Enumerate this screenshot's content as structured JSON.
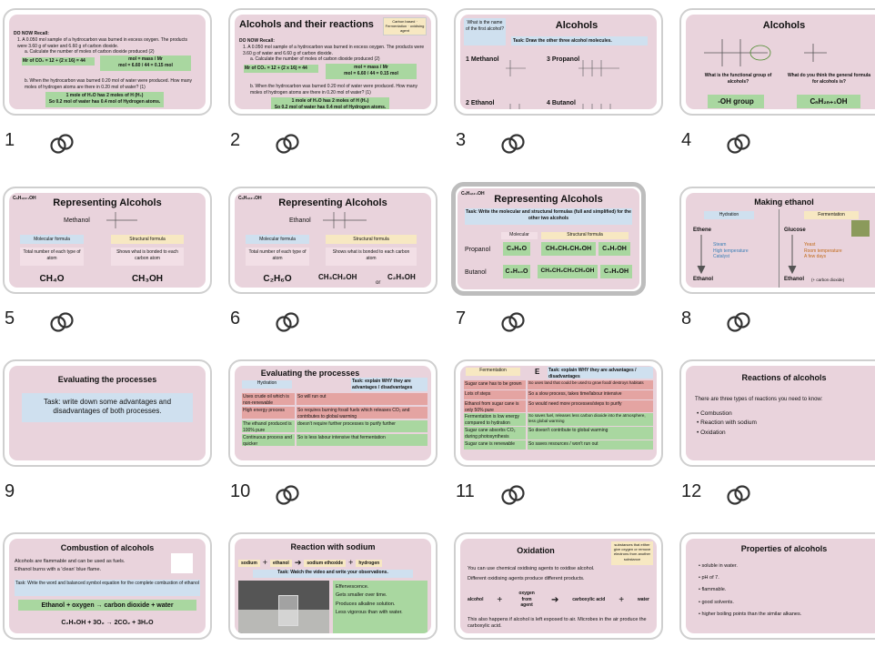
{
  "colors": {
    "slide_bg": "#e9d3dc",
    "green": "#a9d7a0",
    "red": "#e4a4a2",
    "blue": "#cfe0ef",
    "yellow": "#f7e8c2",
    "border": "#cfcfcf"
  },
  "numbers": [
    "1",
    "2",
    "3",
    "4",
    "5",
    "6",
    "7",
    "8",
    "9",
    "10",
    "11",
    "12"
  ],
  "s1": {
    "head": "DO NOW Recall:",
    "q1": "1.   A 0.050 mol sample of a hydrocarbon was burned in excess oxygen. The products were 3.60 g of water and 6.60 g of carbon dioxide.",
    "qa": "a.   Calculate the number of moles of carbon dioxide produced (2)",
    "g1": "Mr of CO₂ = 12 + (2 x 16) = 44",
    "g2": "mol = mass / Mr",
    "g3": "mol = 6.60 / 44 = 0.15 mol",
    "qb": "b.   When the hydrocarbon was burned 0.20 mol of water were produced. How many moles of hydrogen atoms are there in 0.20 mol of water? (1)",
    "g4": "1 mole of H₂O has 2 moles of H (H₂)",
    "g5": "So 0.2 mol of water has 0.4 mol of Hydrogen atoms."
  },
  "s2": {
    "title": "Alcohols and their reactions",
    "note": "Carbon based · Fermentation · oxidising agent"
  },
  "s3": {
    "title": "Alcohols",
    "ask": "What is the name of the first alcohol?",
    "task": "Task: Draw the other three alcohol molecules.",
    "m": "1 Methanol",
    "p": "3 Propanol",
    "e": "2 Ethanol",
    "bu": "4 Butanol"
  },
  "s4": {
    "title": "Alcohols",
    "q1": "What is the functional group of alcohols?",
    "q2": "What do you think the general formula for alcohols is?",
    "a1": "-OH group",
    "a2": "CₙH₂ₙ₊₁OH"
  },
  "s5": {
    "tag": "CₙH₂ₙ₊₁OH",
    "title": "Representing Alcohols",
    "name": "Methanol",
    "mol": "Molecular formula",
    "str": "Structural formula",
    "d1": "Total number of each type of atom",
    "d2": "Shows what is bonded to each carbon atom",
    "f1": "CH₄O",
    "f2": "CH₃OH"
  },
  "s6": {
    "name": "Ethanol",
    "f1": "C₂H₆O",
    "f2": "CH₃CH₂OH",
    "or": "or",
    "f3": "C₂H₅OH"
  },
  "s7": {
    "title": "Representing Alcohols",
    "task": "Task: Write the molecular and structural formulas (full and simplified) for the other two alcohols",
    "hm": "Molecular",
    "hs": "Structural formula",
    "p": "Propanol",
    "pm": "C₃H₈O",
    "ps": "CH₃CH₂CH₂OH",
    "pss": "C₃H₇OH",
    "b": "Butanol",
    "bm": "C₄H₁₀O",
    "bs": "CH₃CH₂CH₂CH₂OH",
    "bss": "C₄H₉OH"
  },
  "s8": {
    "title": "Making ethanol",
    "h": "Hydration",
    "f": "Fermentation",
    "ethene": "Ethene",
    "glucose": "Glucose",
    "hl": [
      "Steam",
      "High temperature",
      "Catalyst"
    ],
    "fl": [
      "Yeast",
      "Room temperature",
      "A few days"
    ],
    "eth": "Ethanol",
    "cd": "(+ carbon dioxide)"
  },
  "s9": {
    "title": "Evaluating the processes",
    "task": "Task: write down some advantages and disadvantages of both processes."
  },
  "s10": {
    "title": "Evaluating the processes",
    "h": "Hydration",
    "task": "Task: explain WHY they are advantages / disadvantages",
    "rows": [
      [
        "Uses crude oil which is non-renewable",
        "So will run out"
      ],
      [
        "High energy process",
        "So requires burning fossil fuels which releases CO₂ and contributes to global warming"
      ],
      [
        "The ethanol produced is 100% pure",
        "doesn't require further processes to purify further"
      ],
      [
        "Continuous process and quicker",
        "So is less labour intensive that fermentation"
      ]
    ]
  },
  "s11": {
    "f": "Fermentation",
    "e": "E",
    "task": "Task: explain WHY they are advantages / disadvantages",
    "rows": [
      [
        "Sugar cane has to be grown",
        "So uses land that could be used to grow food/ destroys habitats"
      ],
      [
        "Lots of steps",
        "So a slow process, takes time/labour intensive"
      ],
      [
        "Ethanol from sugar cane is only 50% pure",
        "So would need more processes/steps to purify"
      ],
      [
        "Fermentation is low energy compared to hydration",
        "So saves fuel, releases less carbon dioxide into the atmosphere, less global warming"
      ],
      [
        "Sugar cane absorbs CO₂ during photosynthesis",
        "So doesn't contribute to global warming"
      ],
      [
        "Sugar cane is renewable",
        "So saves resources / won't run out"
      ]
    ]
  },
  "s12": {
    "title": "Reactions of alcohols",
    "intro": "There are three types of reactions you need to know:",
    "list": [
      "Combustion",
      "Reaction with sodium",
      "Oxidation"
    ]
  },
  "s13": {
    "title": "Combustion of alcohols",
    "l1": "Alcohols are flammable and can be used as fuels.",
    "l2": "Ethanol burns with a 'clean' blue flame.",
    "task": "Task: Write the word and balanced symbol equation for the complete combustion of ethanol",
    "eq": "Ethanol + oxygen → carbon dioxide + water",
    "sym": "C₂H₅OH + 3O₂ → 2CO₂ + 3H₂O"
  },
  "s14": {
    "title": "Reaction with sodium",
    "w": [
      "sodium",
      "ethanol",
      "sodium ethoxide",
      "hydrogen"
    ],
    "plus": "+",
    "task": "Task: Watch the video and write your observations.",
    "obs": [
      "Effervescence.",
      "Gets smaller over time.",
      "Produces alkaline solution.",
      "Less vigorous than with water."
    ]
  },
  "s15": {
    "title": "Oxidation",
    "note": "substances that either give oxygen or remove electrons from another substance",
    "l1": "You can use chemical oxidising agents to oxidise alcohol.",
    "l2": "Different oxidising agents produce different products.",
    "a": "alcohol",
    "o": "oxygen from agent",
    "c": "carboxylic acid",
    "w": "water",
    "plus": "+",
    "l3": "This also happens if alcohol is left exposed to air. Microbes in the air produce the carboxylic acid."
  },
  "s16": {
    "title": "Properties of alcohols",
    "list": [
      "soluble in water.",
      "pH of 7.",
      "flammable.",
      "good solvents.",
      "higher boiling points than the similar alkanes."
    ]
  }
}
